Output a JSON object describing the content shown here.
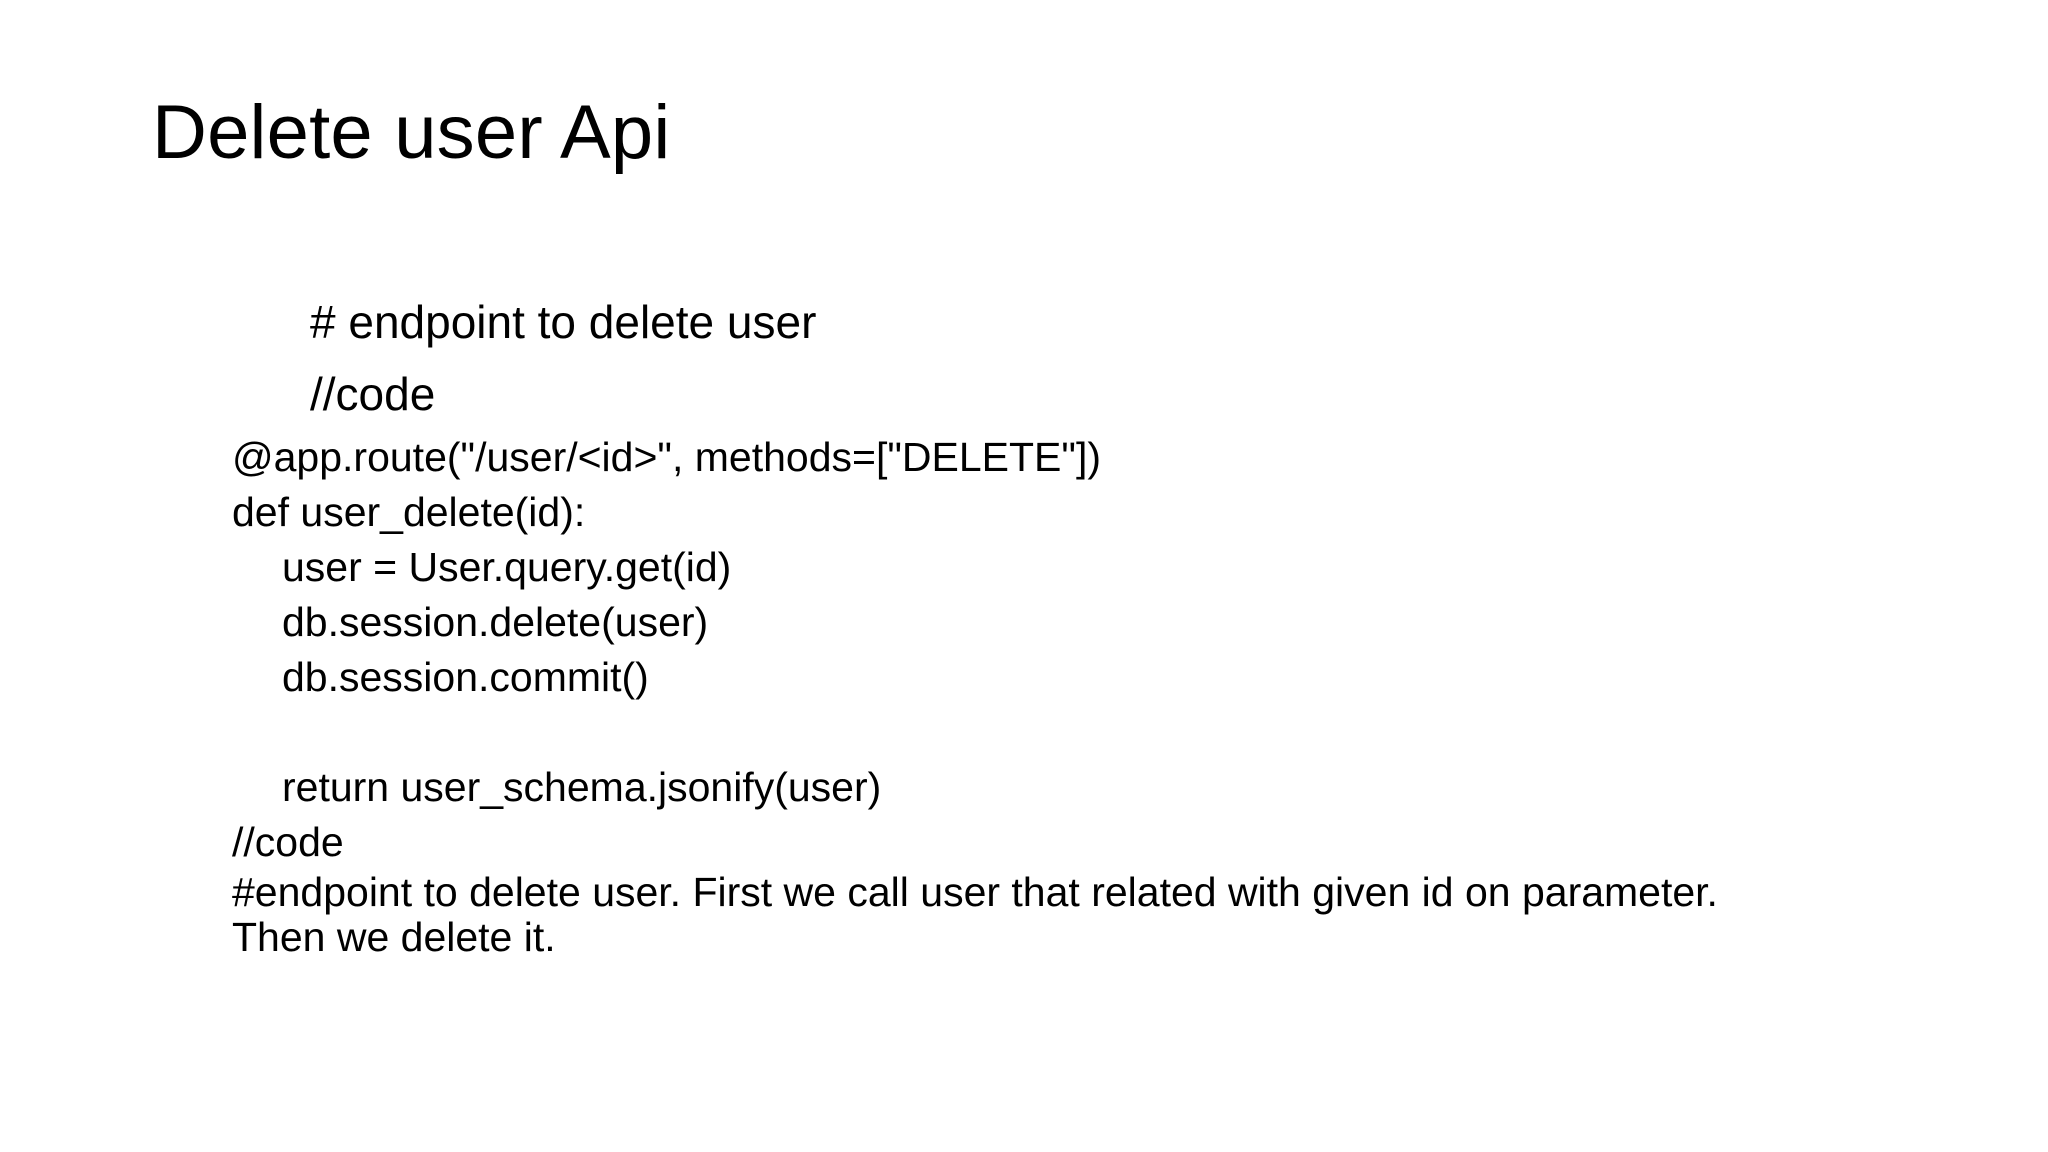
{
  "slide": {
    "title": "Delete user Api",
    "background_color": "#ffffff",
    "text_color": "#000000",
    "content": {
      "comment_lines": [
        {
          "text": "# endpoint to delete user"
        },
        {
          "text": "//code"
        }
      ],
      "code_lines": [
        {
          "text": "@app.route(\"/user/<id>\", methods=[\"DELETE\"])",
          "indent": 0
        },
        {
          "text": "def user_delete(id):",
          "indent": 0
        },
        {
          "text": "user = User.query.get(id)",
          "indent": 1
        },
        {
          "text": "db.session.delete(user)",
          "indent": 1
        },
        {
          "text": "db.session.commit()",
          "indent": 1
        },
        {
          "text": "",
          "indent": 1
        },
        {
          "text": "return user_schema.jsonify(user)",
          "indent": 1
        }
      ],
      "closing_marker": "//code",
      "description": "#endpoint to delete user. First we call user that related with given id on parameter. Then we delete it."
    }
  }
}
